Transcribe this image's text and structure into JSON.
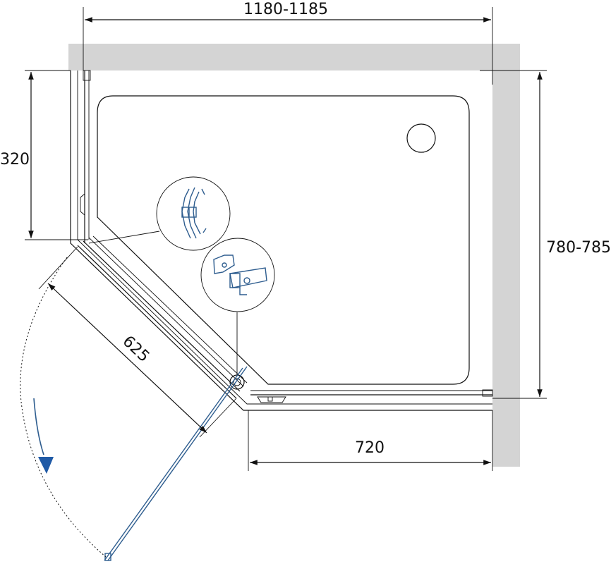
{
  "dimensions": {
    "width_total": "1180-1185",
    "depth_total": "780-785",
    "left_side": "320",
    "door_panel": "625",
    "bottom_side": "720"
  },
  "colors": {
    "wall": "#d4d4d4",
    "line": "#111111",
    "accent": "#2e5d8f"
  }
}
